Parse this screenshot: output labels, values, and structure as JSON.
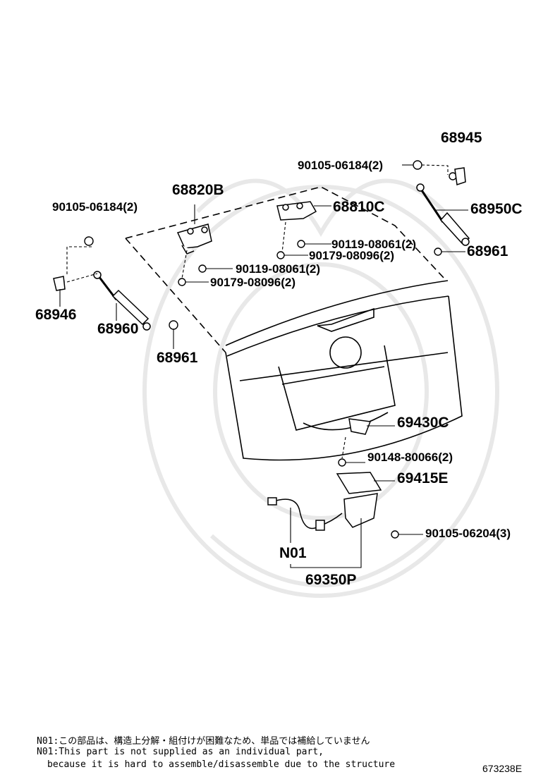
{
  "parts": {
    "p68945": "68945",
    "p90105_06184_top": "90105-06184(2)",
    "p68820B": "68820B",
    "p68810C": "68810C",
    "p68950C": "68950C",
    "p90105_06184_left": "90105-06184(2)",
    "p90119_08061_right": "90119-08061(2)",
    "p90179_08096_right": "90179-08096(2)",
    "p68961_right": "68961",
    "p90119_08061_left": "90119-08061(2)",
    "p90179_08096_left": "90179-08096(2)",
    "p68946": "68946",
    "p68960": "68960",
    "p68961_left": "68961",
    "p69430C": "69430C",
    "p90148_80066": "90148-80066(2)",
    "p69415E": "69415E",
    "p90105_06204": "90105-06204(3)",
    "pN01": "N01",
    "p69350P": "69350P"
  },
  "notes": {
    "line1": "N01:この部品は、構造上分解・組付けが困難なため、単品では補給していません",
    "line2": "N01:This part is not supplied as an individual part,",
    "line3": "because it is hard to assemble/disassemble due to the structure"
  },
  "diagram_id": "673238E"
}
